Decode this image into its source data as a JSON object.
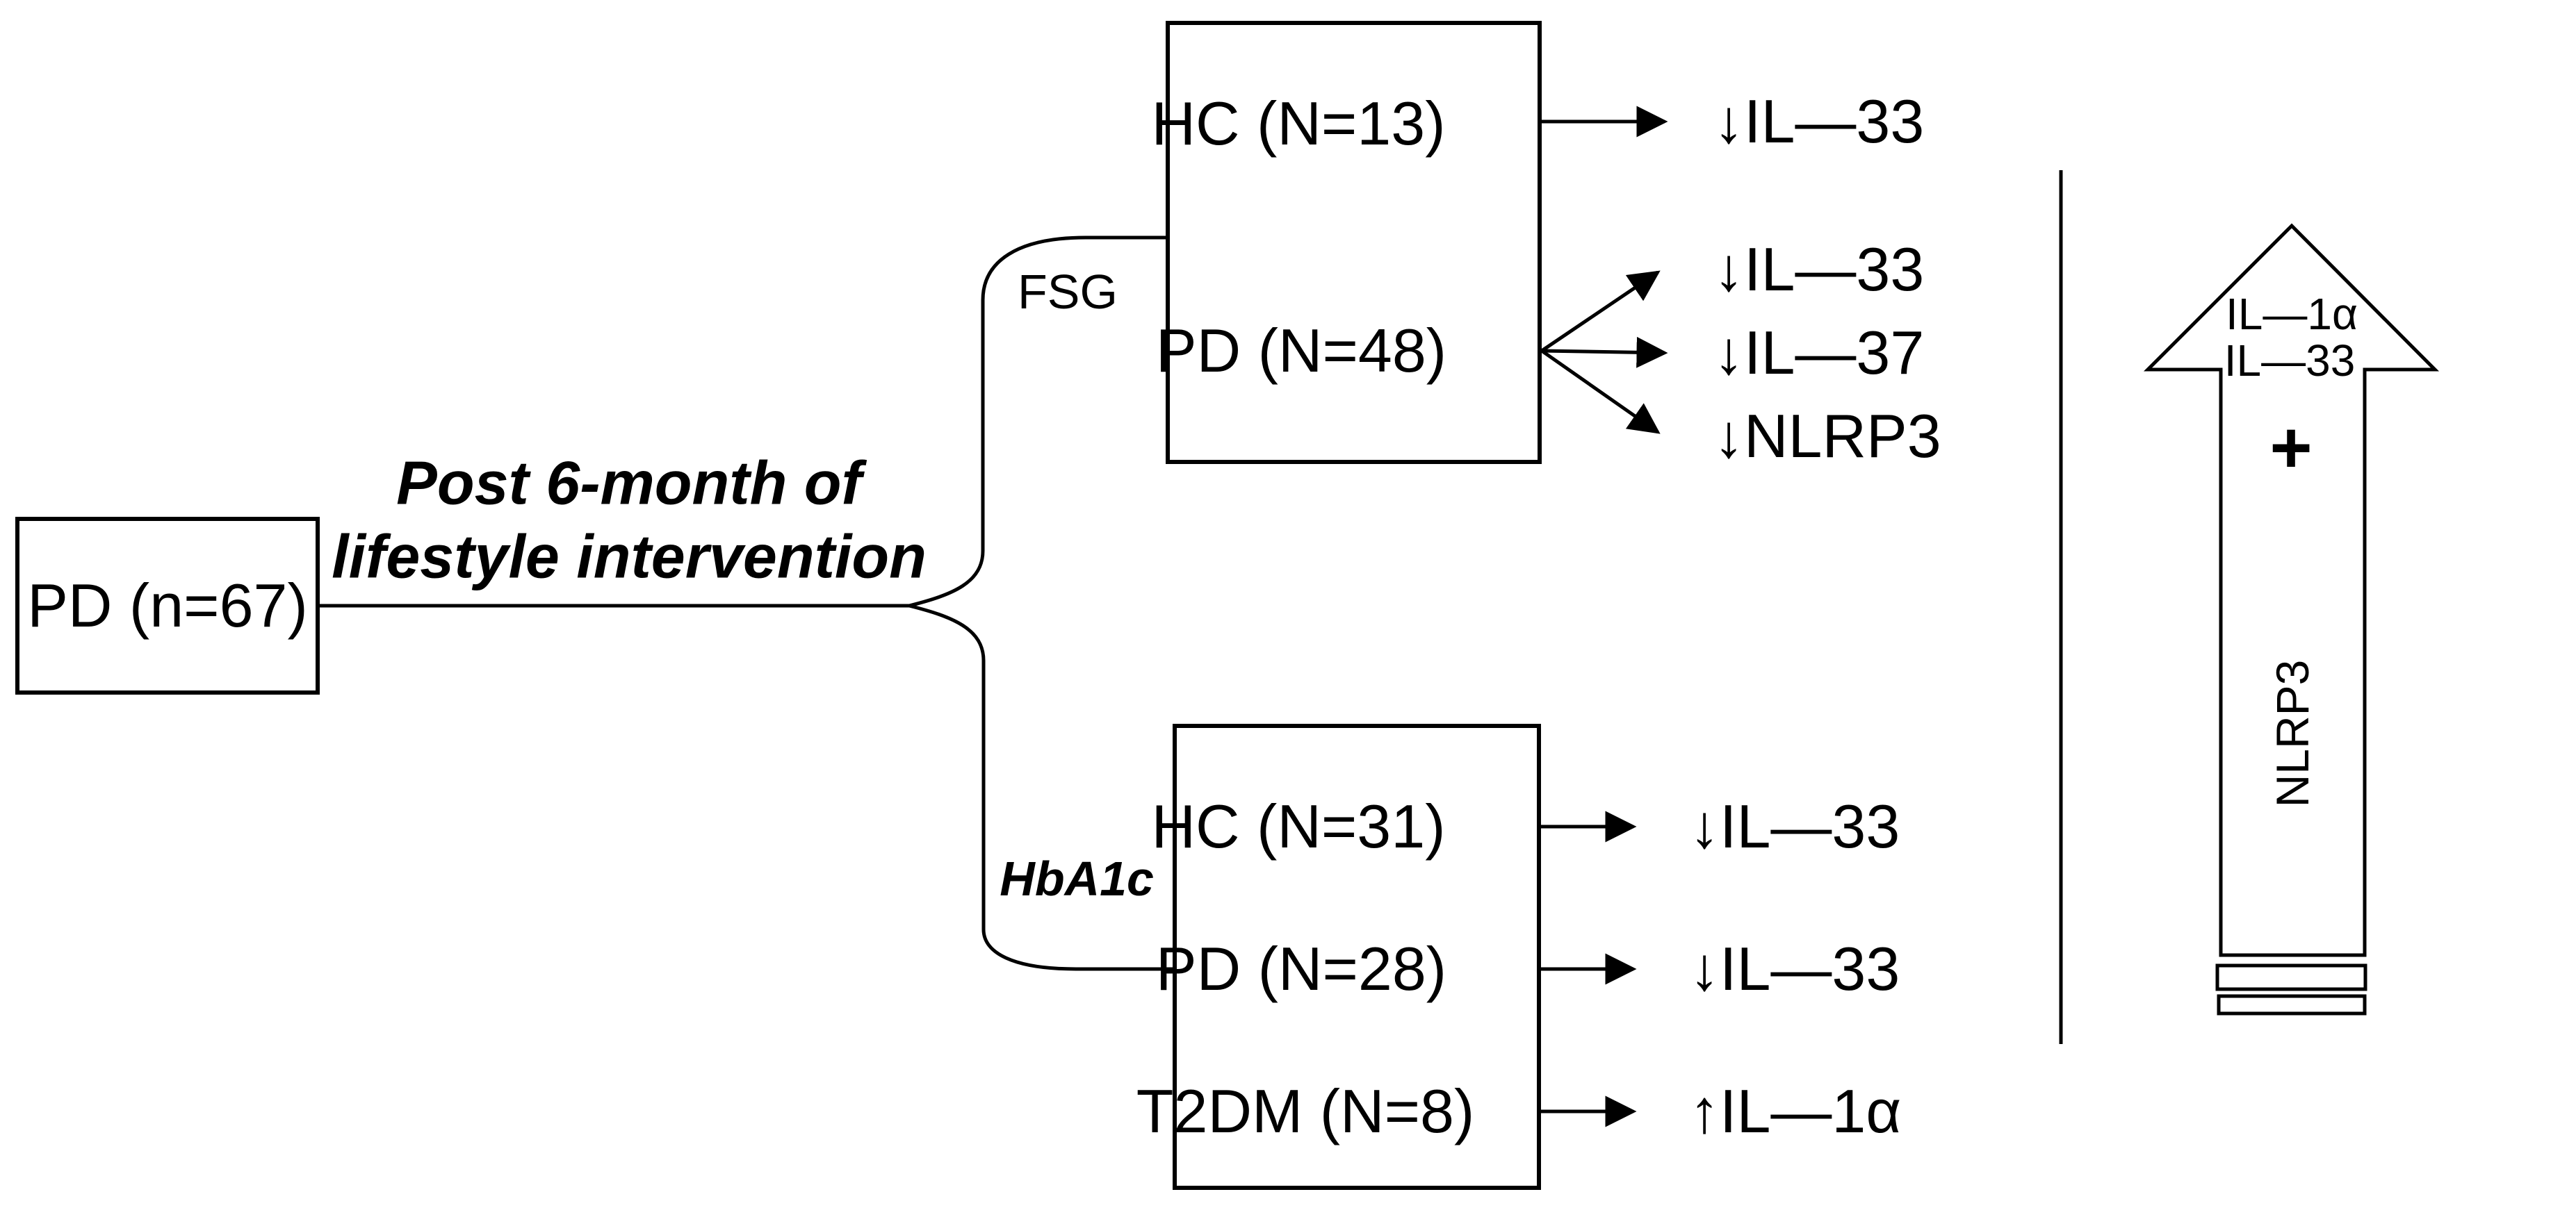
{
  "figure": {
    "background": "#ffffff",
    "ink": "#000000",
    "root": {
      "label": "PD (n=67)"
    },
    "caption": {
      "line1": "Post 6-month of",
      "line2": "lifestyle intervention"
    },
    "branches": {
      "top_label": "FSG",
      "bottom_label": "HbA1c"
    },
    "fsg_box": {
      "row_hc": "HC (N=13)",
      "row_pd": "PD (N=48)"
    },
    "hba1c_box": {
      "row_hc": "HC (N=31)",
      "row_pd": "PD (N=28)",
      "row_t2dm": "T2DM (N=8)"
    },
    "outcomes": {
      "fsg_hc": "↓IL—33",
      "fsg_pd_a": "↓IL—33",
      "fsg_pd_b": "↓IL—37",
      "fsg_pd_c": "↓NLRP3",
      "hba1c_hc": "↓IL—33",
      "hba1c_pd": "↓IL—33",
      "hba1c_t2dm": "↑IL—1α"
    },
    "summary_arrow": {
      "line1": "IL—1α",
      "line2": "IL—33",
      "plus": "+",
      "vertical_label": "NLRP3"
    }
  }
}
